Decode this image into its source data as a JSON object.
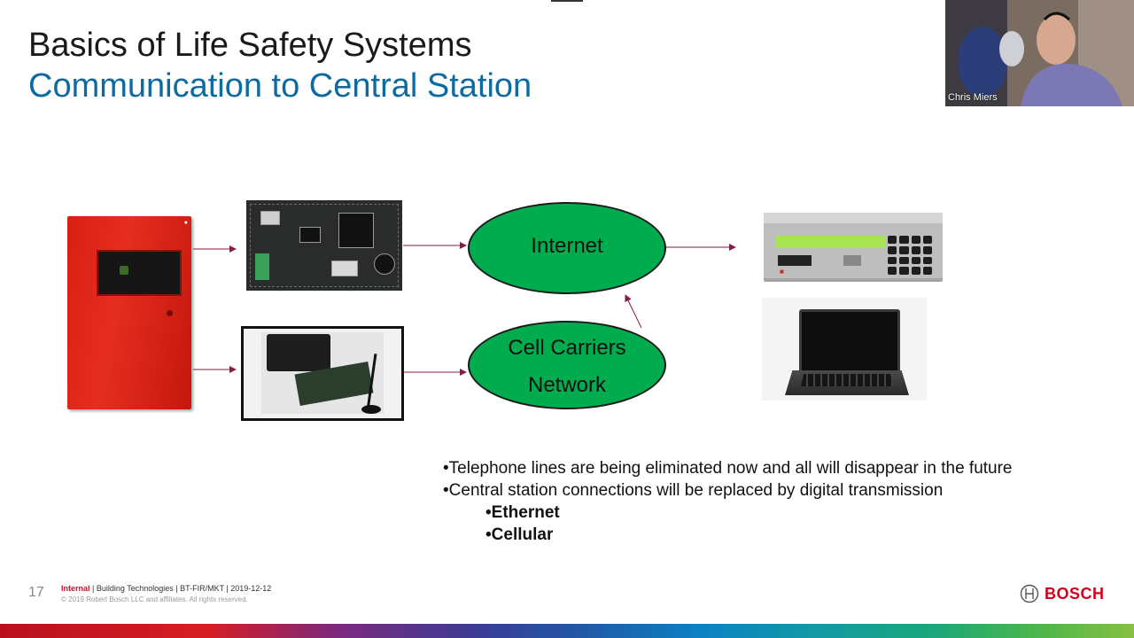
{
  "slide": {
    "title": "Basics of Life Safety Systems",
    "subtitle": "Communication to Central Station",
    "page_number": "17"
  },
  "webcam": {
    "name": "Chris Miers"
  },
  "diagram": {
    "internet_label": "Internet",
    "cell_label_line1": "Cell Carriers",
    "cell_label_line2": "Network",
    "fill_color": "#01ac4e",
    "arrow_color": "#8b1a4a"
  },
  "bullets": {
    "line1": "•Telephone lines are being eliminated now and all will disappear in the future",
    "line2": "•Central station connections will be replaced by digital transmission",
    "sub1": "•Ethernet",
    "sub2": "•Cellular"
  },
  "footer": {
    "classification": "Internal",
    "details": " | Building Technologies | BT-FIR/MKT | 2019-12-12",
    "copyright": "© 2019 Robert Bosch LLC and affiliates. All rights reserved.",
    "brand": "BOSCH"
  }
}
